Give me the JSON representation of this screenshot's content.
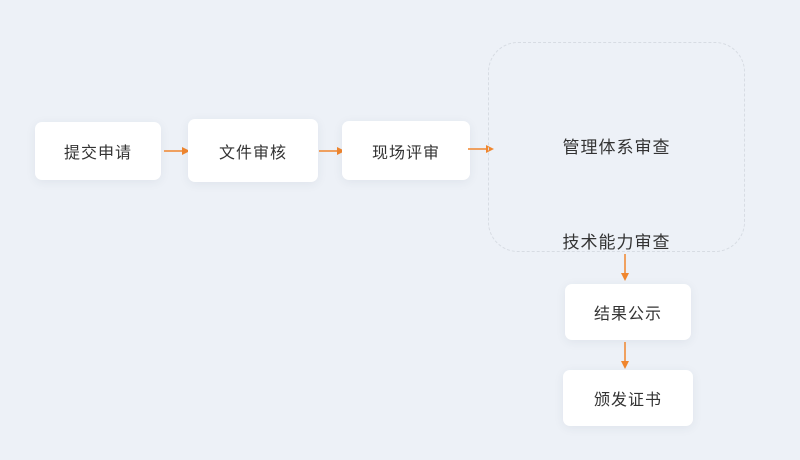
{
  "colors": {
    "accent": "#f0862e",
    "bg": "#edf1f7",
    "text": "#333333",
    "dash": "#d7dce3"
  },
  "diagram": {
    "type": "flowchart",
    "nodes": {
      "submit_label": "提交申请",
      "doc_review_label": "文件审核",
      "onsite_label": "现场评审",
      "mgmt_label": "管理体系审查",
      "tech_label": "技术能力审查",
      "result_label": "结果公示",
      "cert_label": "颁发证书"
    },
    "edges": [
      {
        "from": "submit_label",
        "to": "doc_review_label",
        "direction": "right"
      },
      {
        "from": "doc_review_label",
        "to": "onsite_label",
        "direction": "right"
      },
      {
        "from": "onsite_label",
        "to": "review_group",
        "direction": "right"
      },
      {
        "from": "review_group",
        "to": "result_label",
        "direction": "down"
      },
      {
        "from": "result_label",
        "to": "cert_label",
        "direction": "down"
      }
    ]
  }
}
